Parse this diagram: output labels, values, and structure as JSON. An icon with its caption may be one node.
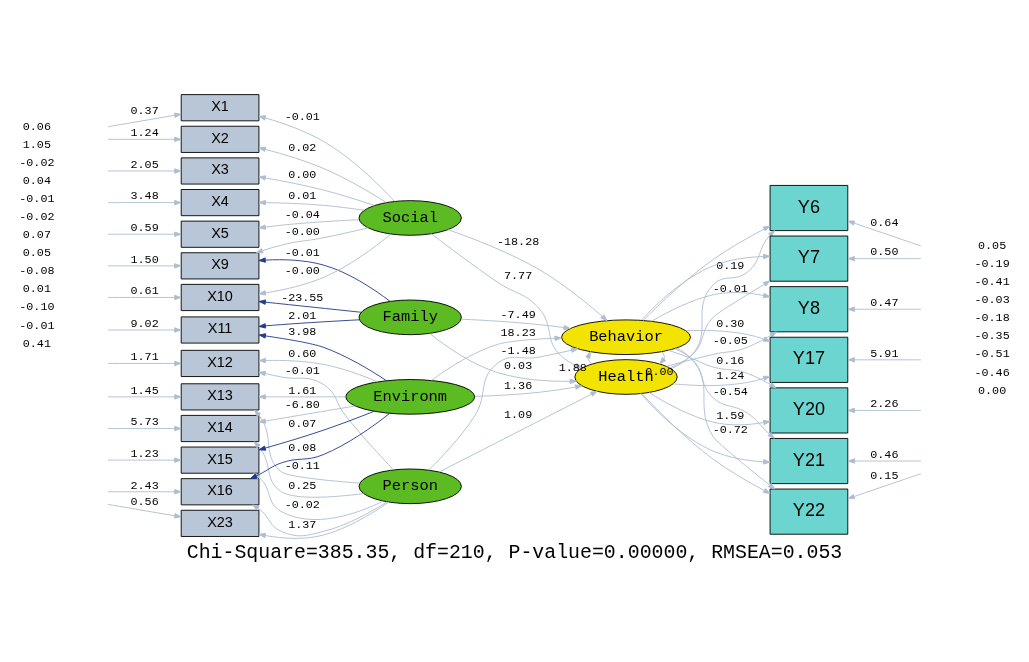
{
  "diagram": {
    "caption": "Chi-Square=385.35, df=210, P-value=0.00000, RMSEA=0.053",
    "nodes": [
      {
        "text": [
          "X1"
        ]
      },
      {
        "text": [
          "X2"
        ]
      },
      {
        "text": [
          "X3"
        ]
      },
      {
        "text": [
          "X4"
        ]
      },
      {
        "text": [
          "X5"
        ]
      },
      {
        "text": [
          "X9"
        ]
      },
      {
        "text": [
          "X10"
        ]
      },
      {
        "text": [
          "X11"
        ]
      },
      {
        "text": [
          "X12"
        ]
      },
      {
        "text": [
          "X13"
        ]
      },
      {
        "text": [
          "X14"
        ]
      },
      {
        "text": [
          "X15"
        ]
      },
      {
        "text": [
          "X16"
        ]
      },
      {
        "text": [
          "X23"
        ]
      },
      {
        "text": [
          "Social"
        ]
      },
      {
        "text": [
          "Family"
        ]
      },
      {
        "text": [
          "Environm"
        ]
      },
      {
        "text": [
          "Person"
        ]
      },
      {
        "text": [
          "Health"
        ]
      },
      {
        "text": [
          "Behavior"
        ]
      },
      {
        "text": [
          "Y6"
        ]
      },
      {
        "text": [
          "Y7"
        ]
      },
      {
        "text": [
          "Y8"
        ]
      },
      {
        "text": [
          "Y17"
        ]
      },
      {
        "text": [
          "Y20"
        ]
      },
      {
        "text": [
          "Y21"
        ]
      },
      {
        "text": [
          "Y22"
        ]
      }
    ],
    "edges": [
      {
        "from": null,
        "to": 0,
        "arrow": "to",
        "label": "0.37"
      },
      {
        "from": null,
        "to": 1,
        "arrow": "to",
        "label": "1.24"
      },
      {
        "from": null,
        "to": 2,
        "arrow": "to",
        "label": "2.05"
      },
      {
        "from": null,
        "to": 3,
        "arrow": "to",
        "label": "3.48"
      },
      {
        "from": null,
        "to": 4,
        "arrow": "to",
        "label": "0.59"
      },
      {
        "from": null,
        "to": 5,
        "arrow": "to",
        "label": "1.50"
      },
      {
        "from": null,
        "to": 6,
        "arrow": "to",
        "label": "0.61"
      },
      {
        "from": null,
        "to": 7,
        "arrow": "to",
        "label": "9.02"
      },
      {
        "from": null,
        "to": 8,
        "arrow": "to",
        "label": "1.71"
      },
      {
        "from": null,
        "to": 9,
        "arrow": "to",
        "label": "1.45"
      },
      {
        "from": null,
        "to": 10,
        "arrow": "to",
        "label": "5.73"
      },
      {
        "from": null,
        "to": 11,
        "arrow": "to",
        "label": "1.23"
      },
      {
        "from": null,
        "to": 12,
        "arrow": "to",
        "label": "2.43"
      },
      {
        "from": null,
        "to": 13,
        "arrow": "to",
        "label": "0.56"
      },
      {
        "from": 14,
        "to": 0,
        "arrow": "to",
        "label": "-0.01"
      },
      {
        "from": 14,
        "to": 1,
        "arrow": "to",
        "label": "0.02"
      },
      {
        "from": 14,
        "to": 2,
        "arrow": "to",
        "label": "0.00"
      },
      {
        "from": 14,
        "to": 3,
        "arrow": "to",
        "label": "0.01"
      },
      {
        "from": 14,
        "to": 4,
        "arrow": "to",
        "label": "-0.04"
      },
      {
        "from": 14,
        "to": 5,
        "arrow": "to",
        "label": "-0.00"
      },
      {
        "from": 14,
        "to": 6,
        "arrow": "to",
        "label": "-0.00"
      },
      {
        "from": 15,
        "to": 5,
        "arrow": "to",
        "label": "-0.01",
        "color": "#1f3a8a"
      },
      {
        "from": 15,
        "to": 6,
        "arrow": "to",
        "label": "-23.55",
        "color": "#1f3a8a"
      },
      {
        "from": 15,
        "to": 7,
        "arrow": "to",
        "label": "2.01",
        "color": "#1f3a8a"
      },
      {
        "from": 16,
        "to": 7,
        "arrow": "to",
        "label": "3.98",
        "color": "#1f3a8a"
      },
      {
        "from": 16,
        "to": 8,
        "arrow": "to",
        "label": "0.60"
      },
      {
        "from": 16,
        "to": 9,
        "arrow": "to",
        "label": "1.61"
      },
      {
        "from": 16,
        "to": 10,
        "arrow": "to",
        "label": "-6.80"
      },
      {
        "from": 16,
        "to": 11,
        "arrow": "to",
        "label": "0.07",
        "color": "#1f3a8a"
      },
      {
        "from": 16,
        "to": 12,
        "arrow": "to",
        "label": "0.08",
        "color": "#1f3a8a"
      },
      {
        "from": 17,
        "to": 8,
        "arrow": "to",
        "label": "-0.01"
      },
      {
        "from": 17,
        "to": 9,
        "arrow": "to",
        "label": "-0.11"
      },
      {
        "from": 17,
        "to": 10,
        "arrow": "to",
        "label": "0.25"
      },
      {
        "from": 17,
        "to": 11,
        "arrow": "to",
        "label": "-0.02"
      },
      {
        "from": 17,
        "to": 12,
        "arrow": "to",
        "label": "1.37"
      },
      {
        "from": 17,
        "to": 13,
        "arrow": "to"
      },
      {
        "from": 14,
        "to": 18,
        "arrow": "to",
        "label": "7.77"
      },
      {
        "from": 15,
        "to": 18,
        "arrow": "to",
        "label": "0.03"
      },
      {
        "from": 14,
        "to": 19,
        "arrow": "to",
        "label": "-18.28"
      },
      {
        "from": 15,
        "to": 19,
        "arrow": "to",
        "label": "-7.49"
      },
      {
        "from": 16,
        "to": 18,
        "arrow": "to",
        "label": "1.36"
      },
      {
        "from": 17,
        "to": 18,
        "arrow": "to",
        "label": "1.09"
      },
      {
        "from": 16,
        "to": 19,
        "arrow": "to",
        "label": "18.23"
      },
      {
        "from": 17,
        "to": 19,
        "arrow": "to",
        "label": "-1.48"
      },
      {
        "from": 19,
        "to": 18,
        "arrow": "to",
        "label": "0.00"
      },
      {
        "from": 18,
        "to": 19,
        "arrow": "to",
        "label": "1.88"
      },
      {
        "from": 18,
        "to": 20,
        "arrow": "to",
        "label": "0.19"
      },
      {
        "from": 18,
        "to": 21,
        "arrow": "to",
        "label": "-0.01"
      },
      {
        "from": 18,
        "to": 22,
        "arrow": "to",
        "label": "-0.05"
      },
      {
        "from": 18,
        "to": 23,
        "arrow": "to",
        "label": "1.24"
      },
      {
        "from": 18,
        "to": 24,
        "arrow": "to",
        "label": "1.59"
      },
      {
        "from": 18,
        "to": 25,
        "arrow": "to"
      },
      {
        "from": 18,
        "to": 26,
        "arrow": "to"
      },
      {
        "from": 19,
        "to": 20,
        "arrow": "to"
      },
      {
        "from": 19,
        "to": 21,
        "arrow": "to"
      },
      {
        "from": 19,
        "to": 22,
        "arrow": "to"
      },
      {
        "from": 19,
        "to": 23,
        "arrow": "to",
        "label": "0.30"
      },
      {
        "from": 19,
        "to": 24,
        "arrow": "to",
        "label": "0.16"
      },
      {
        "from": 19,
        "to": 25,
        "arrow": "to",
        "label": "-0.54"
      },
      {
        "from": 19,
        "to": 26,
        "arrow": "to",
        "label": "-0.72"
      },
      {
        "from": null,
        "to": 20,
        "arrow": "to",
        "label": "0.64"
      },
      {
        "from": null,
        "to": 21,
        "arrow": "to",
        "label": "0.50"
      },
      {
        "from": null,
        "to": 22,
        "arrow": "to",
        "label": "0.47"
      },
      {
        "from": null,
        "to": 23,
        "arrow": "to",
        "label": "5.91"
      },
      {
        "from": null,
        "to": 24,
        "arrow": "to",
        "label": "2.26"
      },
      {
        "from": null,
        "to": 25,
        "arrow": "to",
        "label": "0.46"
      },
      {
        "from": null,
        "to": 26,
        "arrow": "to",
        "label": "0.15"
      }
    ],
    "labels": [
      "0.06",
      "1.05",
      "-0.02",
      "0.04",
      "-0.01",
      "-0.02",
      "0.07",
      "0.05",
      "-0.08",
      "0.01",
      "-0.10",
      "-0.01",
      "0.41",
      "0.05",
      "-0.19",
      "-0.41",
      "-0.03",
      "-0.18",
      "-0.35",
      "-0.51",
      "-0.46",
      "0.00"
    ]
  }
}
